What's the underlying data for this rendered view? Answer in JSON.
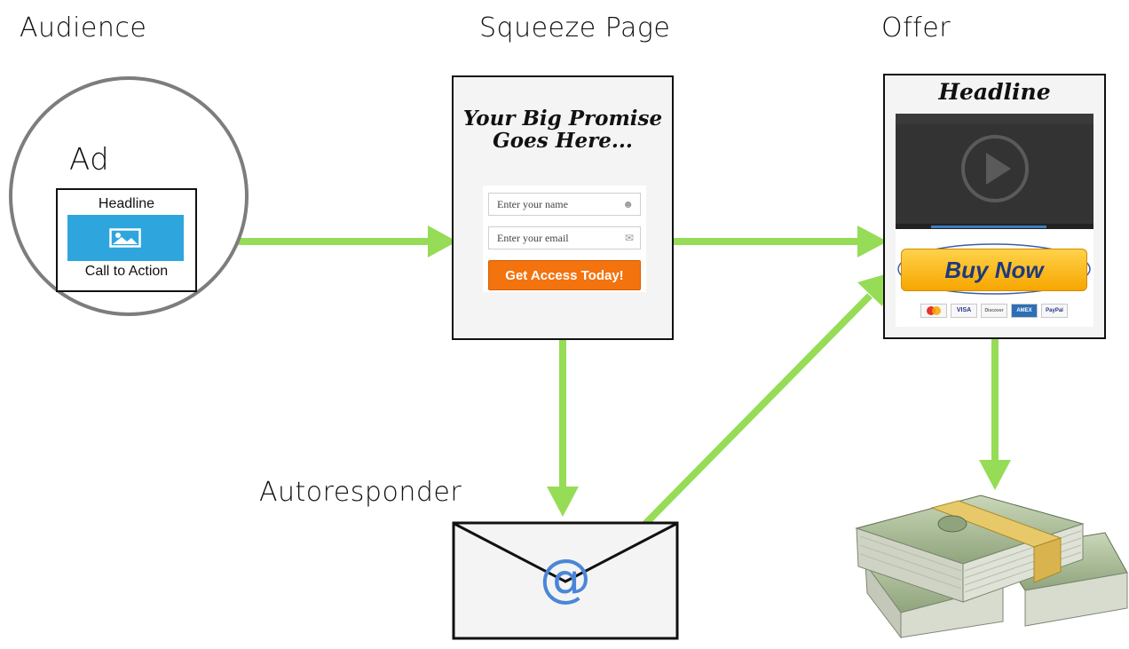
{
  "stages": {
    "audience": "Audience",
    "squeeze": "Squeeze Page",
    "offer": "Offer",
    "autoresponder": "Autoresponder"
  },
  "ad": {
    "label": "Ad",
    "headline": "Headline",
    "image_icon": "image-icon",
    "cta": "Call to Action"
  },
  "squeeze": {
    "promise": "Your Big Promise Goes Here...",
    "name_placeholder": "Enter your name",
    "email_placeholder": "Enter your email",
    "button": "Get Access Today!"
  },
  "offer": {
    "headline": "Headline",
    "play_icon": "play-icon",
    "buy_button": "Buy Now",
    "cards": [
      "MasterCard",
      "VISA",
      "Discover",
      "AMEX",
      "PayPal"
    ]
  },
  "email": {
    "symbol": "@"
  },
  "colors": {
    "arrow": "#96dc57",
    "ad_image": "#2ea6dd",
    "cta_button": "#f3730f",
    "buy_button": "#f7a600",
    "at_sign": "#4a86d8"
  }
}
